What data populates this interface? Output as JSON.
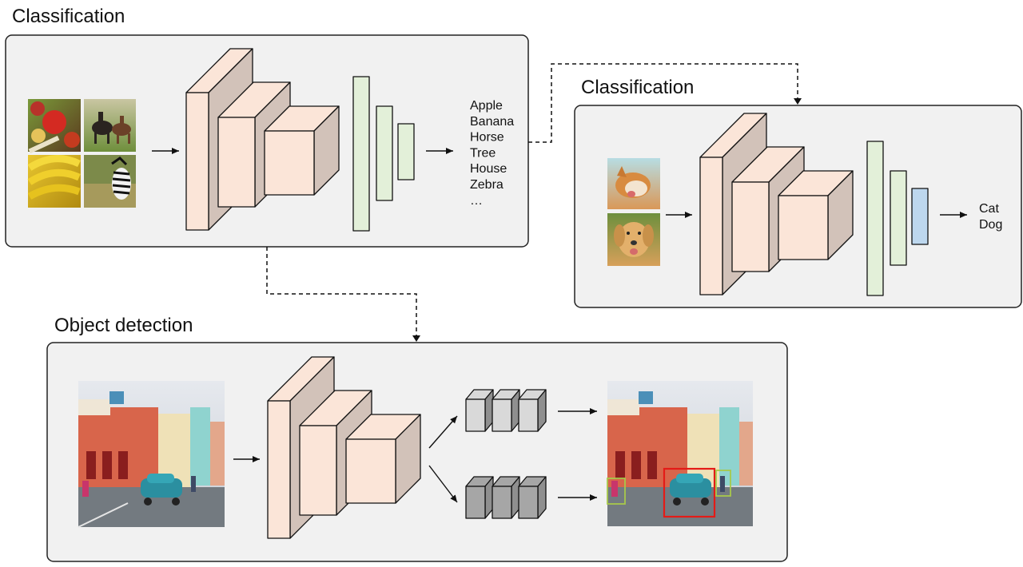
{
  "headings": {
    "top_left": "Classification",
    "top_right": "Classification",
    "bottom": "Object detection"
  },
  "classification_classes": [
    "Apple",
    "Banana",
    "Horse",
    "Tree",
    "House",
    "Zebra",
    "…"
  ],
  "transfer_classes": [
    "Cat",
    "Dog"
  ],
  "colors": {
    "conv_front": "#fbe5d8",
    "conv_side": "#d2c2b9",
    "fc_green": "#e3f0d9",
    "fc_blue": "#bdd7ee",
    "head_light": "#d9d9d9",
    "head_dark": "#a6a6a6",
    "box_red": "#e41b17",
    "box_green": "#a7c94a"
  },
  "image_tiles": {
    "top_left": [
      "apples-photo",
      "horses-photo",
      "bananas-photo",
      "zebra-photo"
    ],
    "top_right": [
      "cat-photo",
      "dog-photo"
    ],
    "bottom": [
      "street-photo",
      "street-photo-detected"
    ]
  }
}
